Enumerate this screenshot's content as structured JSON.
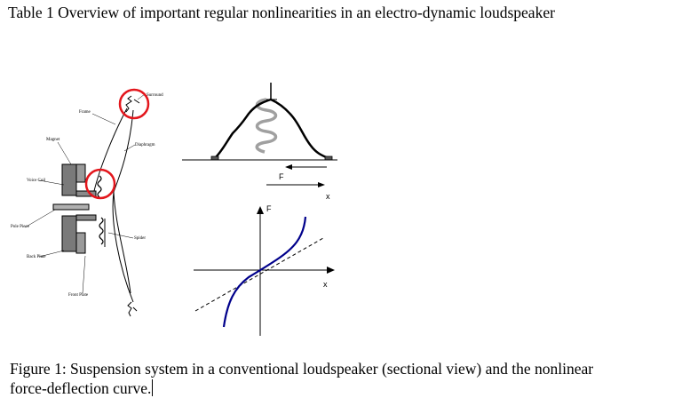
{
  "table_title": "Table 1 Overview of important regular nonlinearities in an electro-dynamic loudspeaker",
  "figure": {
    "labels": {
      "surround": "Surround",
      "frame": "Frame",
      "diaphragm": "Diaphragm",
      "magnet": "Magnet",
      "voice_coil": "Voice Coil",
      "pole_piece": "Pole Piece",
      "spider": "Spider",
      "back_plate": "Back Plate",
      "front_plate": "Front Plate"
    },
    "mechanical": {
      "force_label": "F",
      "displacement_label": "x"
    },
    "graph": {
      "y_label": "F",
      "x_label": "x"
    }
  },
  "caption_line1": "Figure 1: Suspension system in a conventional loudspeaker (sectional view) and the nonlinear",
  "caption_line2": "force-deflection curve."
}
